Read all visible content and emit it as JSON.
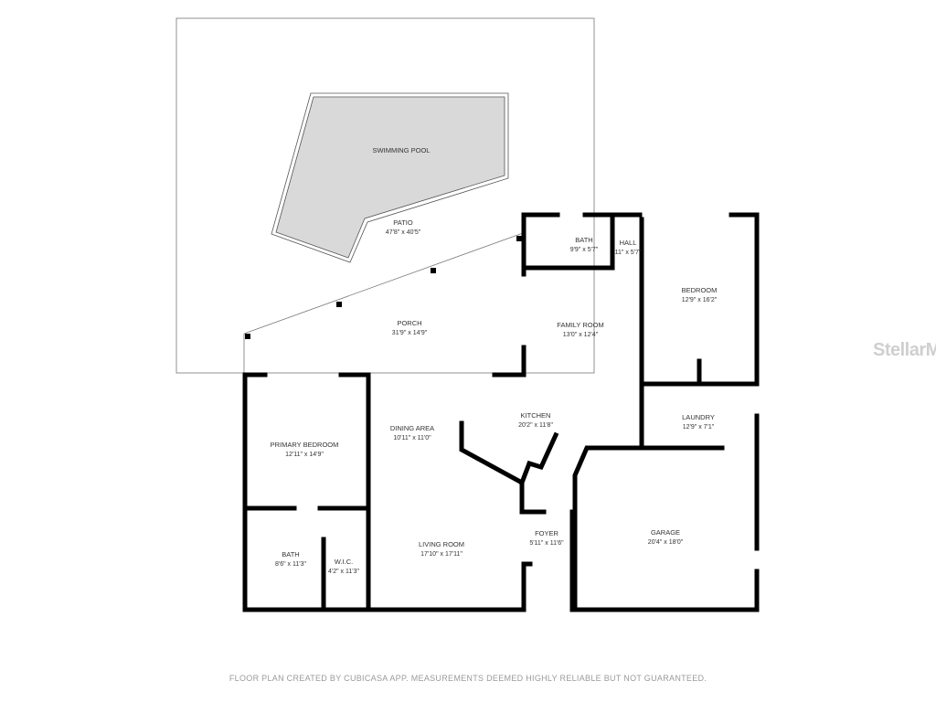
{
  "rooms": [
    {
      "name": "SWIMMING POOL",
      "dims": ""
    },
    {
      "name": "PATIO",
      "dims": "47'8\" x 40'5\""
    },
    {
      "name": "PORCH",
      "dims": "31'9\" x 14'9\""
    },
    {
      "name": "BATH",
      "dims": "9'9\" x 5'7\""
    },
    {
      "name": "HALL",
      "dims": "11\" x 5'7\""
    },
    {
      "name": "BEDROOM",
      "dims": "12'9\" x 16'2\""
    },
    {
      "name": "FAMILY ROOM",
      "dims": "13'0\" x 12'4\""
    },
    {
      "name": "KITCHEN",
      "dims": "20'2\" x 11'8\""
    },
    {
      "name": "LAUNDRY",
      "dims": "12'9\" x 7'1\""
    },
    {
      "name": "PRIMARY BEDROOM",
      "dims": "12'11\" x 14'9\""
    },
    {
      "name": "DINING AREA",
      "dims": "10'11\" x 11'0\""
    },
    {
      "name": "GARAGE",
      "dims": "20'4\" x 18'0\""
    },
    {
      "name": "BATH",
      "dims": "8'6\" x 11'3\""
    },
    {
      "name": "W.I.C.",
      "dims": "4'2\" x 11'3\""
    },
    {
      "name": "LIVING ROOM",
      "dims": "17'10\" x 17'11\""
    },
    {
      "name": "FOYER",
      "dims": "5'11\" x 11'6\""
    }
  ],
  "watermark": "StellarMLS",
  "footer": "FLOOR PLAN CREATED BY CUBICASA APP. MEASUREMENTS DEEMED HIGHLY RELIABLE BUT NOT GUARANTEED.",
  "colors": {
    "wall": "#000000",
    "pool": "#d9d9d9",
    "outline": "#555555"
  }
}
